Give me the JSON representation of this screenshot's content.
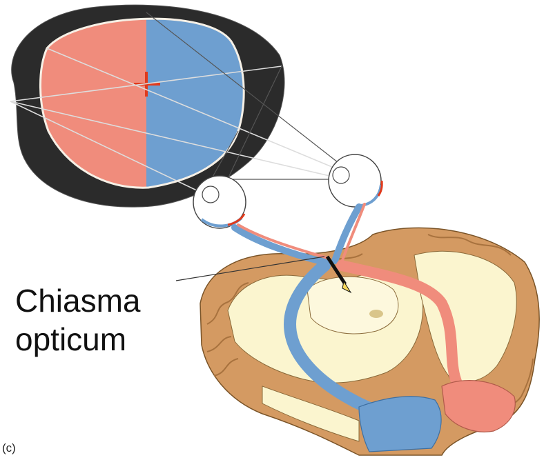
{
  "diagram": {
    "label_line1": "Chiasma",
    "label_line2": "opticum",
    "figure_letter": "(c)"
  },
  "colors": {
    "left_field": "#f08c7c",
    "right_field": "#6e9fd0",
    "field_surround": "#2b2b2b",
    "brain_tissue": "#d49a62",
    "white_matter": "#fbf5cf",
    "lesion_marker": "#111111",
    "fixation_cross": "#e03a1c"
  }
}
